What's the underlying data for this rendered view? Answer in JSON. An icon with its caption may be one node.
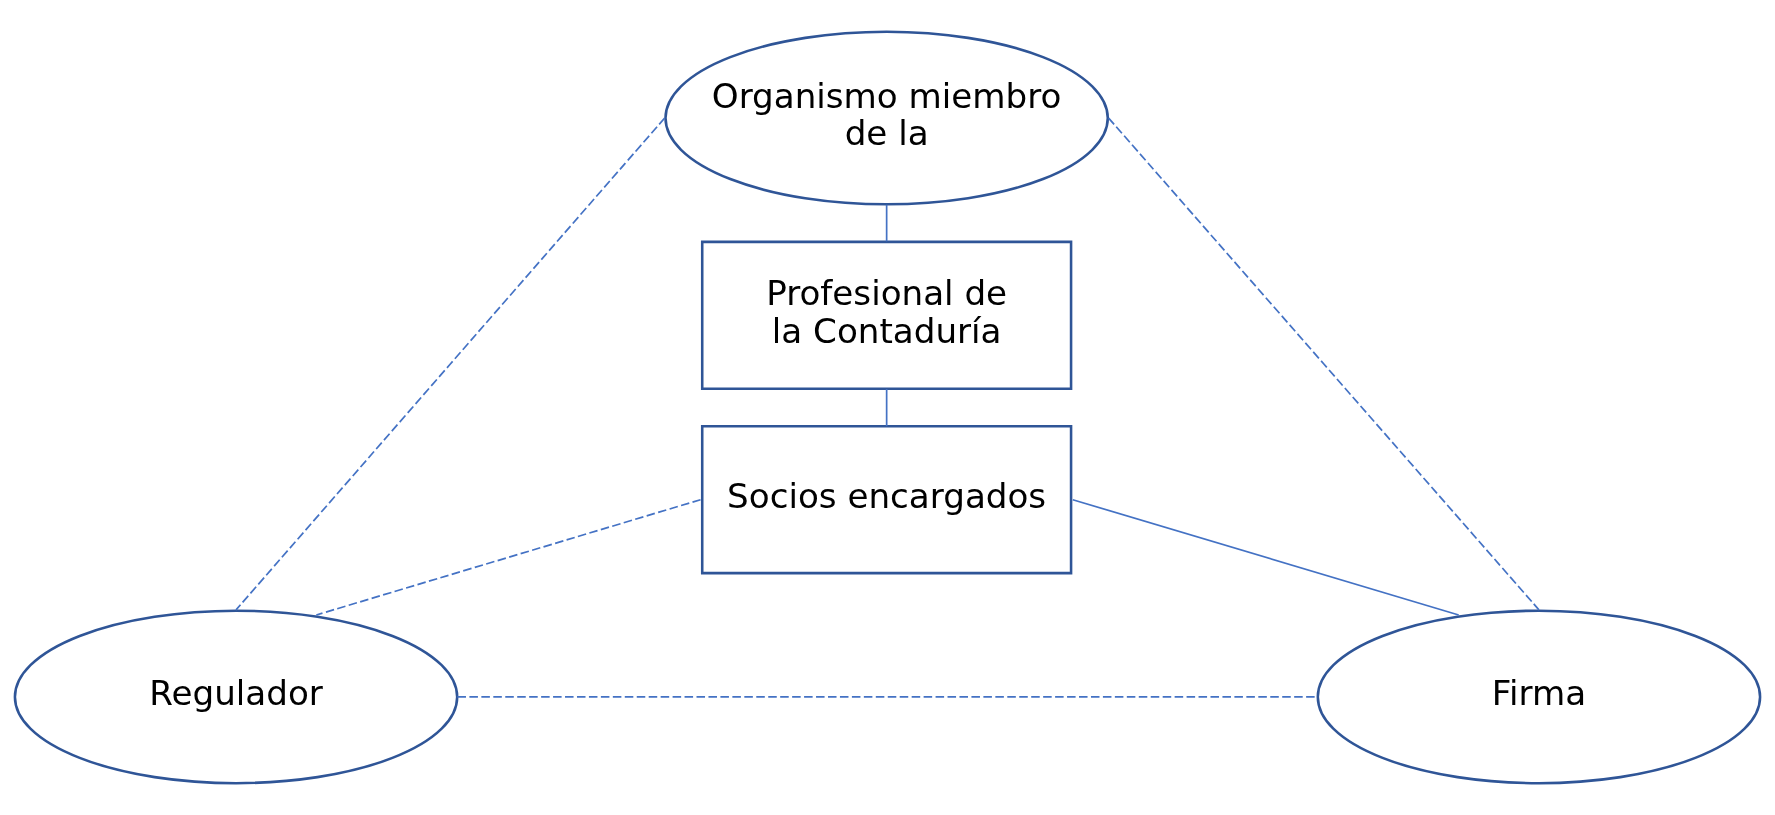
{
  "diagram": {
    "nodes": [
      {
        "text": [
          "Organismo miembro de la"
        ]
      },
      {
        "text": [
          "Profesional de la Contaduría"
        ]
      },
      {
        "text": [
          "Socios encargados"
        ]
      },
      {
        "text": [
          "Regulador"
        ]
      },
      {
        "text": [
          "Firma"
        ]
      }
    ],
    "edges": [
      {
        "from": 0,
        "to": 1,
        "arrow": "none"
      },
      {
        "from": 1,
        "to": 2,
        "arrow": "none"
      },
      {
        "from": 2,
        "to": 3,
        "arrow": "none",
        "style": "dashed"
      },
      {
        "from": 2,
        "to": 4,
        "arrow": "none"
      },
      {
        "from": 0,
        "to": 3,
        "arrow": "none",
        "style": "dashed"
      },
      {
        "from": 0,
        "to": 4,
        "arrow": "none",
        "style": "dashed"
      },
      {
        "from": 3,
        "to": 4,
        "arrow": "none",
        "style": "dashed"
      }
    ]
  }
}
